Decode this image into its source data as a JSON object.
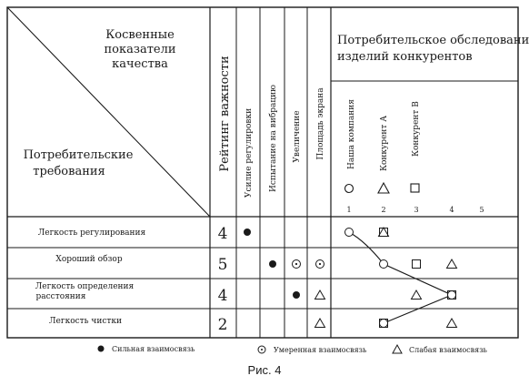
{
  "header": {
    "indirect_indicators": [
      "Косвенные",
      "показатели",
      "качества"
    ],
    "consumer_requirements": [
      "Потребительские",
      "требования"
    ],
    "importance_rating": "Рейтинг важности",
    "survey_title": [
      "Потребительское обследование",
      "изделий конкурентов"
    ]
  },
  "technical_columns": [
    "Усилие регулировки",
    "Испытание на вибрацию",
    "Увеличение",
    "Площадь экрана"
  ],
  "competitors": [
    {
      "label": "Наша компания",
      "symbol": "circle"
    },
    {
      "label": "Конкурент А",
      "symbol": "triangle"
    },
    {
      "label": "Конкурент В",
      "symbol": "square"
    }
  ],
  "scale": [
    "1",
    "2",
    "3",
    "4",
    "5"
  ],
  "rows": [
    {
      "label": [
        "Легкость регулирования"
      ],
      "rating": "4",
      "relations": [
        "strong",
        "",
        "",
        ""
      ],
      "evaluation": {
        "circle": 1,
        "triangle": 2,
        "square": 2
      }
    },
    {
      "label": [
        "Хороший обзор"
      ],
      "rating": "5",
      "relations": [
        "",
        "strong",
        "moderate",
        "moderate"
      ],
      "evaluation": {
        "circle": 2,
        "triangle": 4,
        "square": 3
      }
    },
    {
      "label": [
        "Легкость определения",
        "расстояния"
      ],
      "rating": "4",
      "relations": [
        "",
        "",
        "strong",
        "weak"
      ],
      "evaluation": {
        "circle": 4,
        "triangle": 3,
        "square": 4
      }
    },
    {
      "label": [
        "Легкость чистки"
      ],
      "rating": "2",
      "relations": [
        "",
        "",
        "",
        "weak"
      ],
      "evaluation": {
        "circle": 2,
        "triangle": 4,
        "square": 2
      }
    }
  ],
  "legend": [
    {
      "symbol": "strong",
      "label": "Сильная взаимосвязь"
    },
    {
      "symbol": "moderate",
      "label": "Умеренная взаимосвязь"
    },
    {
      "symbol": "weak",
      "label": "Слабая взаимосвязь"
    }
  ],
  "caption": "Рис. 4"
}
